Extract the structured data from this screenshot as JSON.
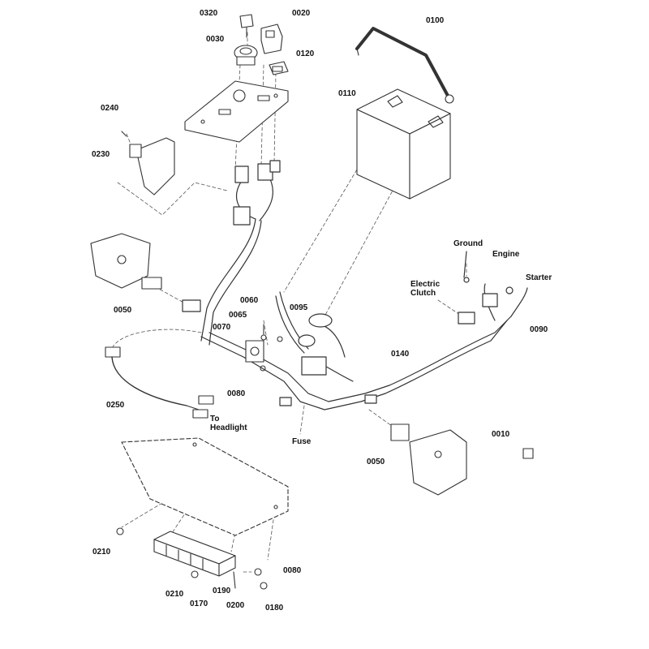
{
  "colors": {
    "stroke": "#333333",
    "leader": "#555555",
    "fill": "#ffffff",
    "text": "#111111"
  },
  "parts": {
    "p0320": "0320",
    "p0020": "0020",
    "p0030": "0030",
    "p0120": "0120",
    "p0100": "0100",
    "p0110": "0110",
    "p0240": "0240",
    "p0230": "0230",
    "p0050_top": "0050",
    "p0060": "0060",
    "p0065": "0065",
    "p0070": "0070",
    "p0095": "0095",
    "p0080_mid": "0080",
    "p0250": "0250",
    "p0140": "0140",
    "p0090": "0090",
    "p0010": "0010",
    "p0050_bot": "0050",
    "p0210_a": "0210",
    "p0210_b": "0210",
    "p0170": "0170",
    "p0190": "0190",
    "p0200": "0200",
    "p0080_bot": "0080",
    "p0180": "0180"
  },
  "callouts": {
    "ground": "Ground",
    "engine": "Engine",
    "starter": "Starter",
    "electric_clutch": "Electric\nClutch",
    "to_headlight": "To\nHeadlight",
    "fuse": "Fuse"
  }
}
